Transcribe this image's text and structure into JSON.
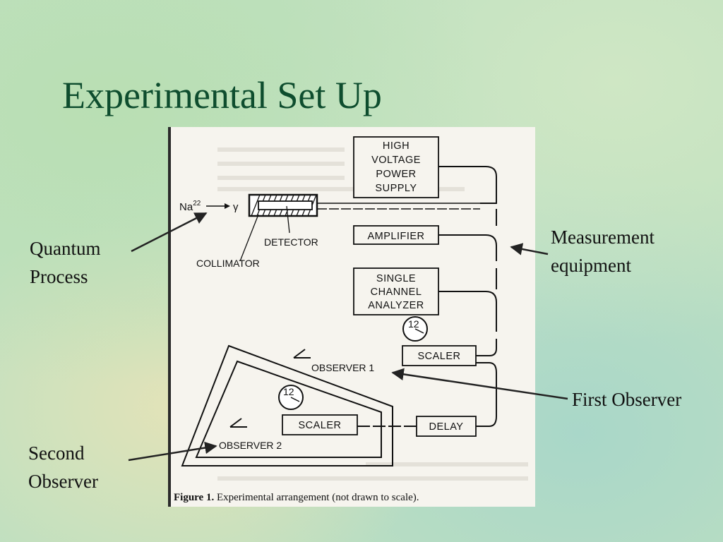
{
  "slide": {
    "title": "Experimental Set Up"
  },
  "figure": {
    "source_label": "Na",
    "source_superscript": "22",
    "gamma": "γ",
    "boxes": {
      "hv_line1": "HIGH",
      "hv_line2": "VOLTAGE",
      "hv_line3": "POWER",
      "hv_line4": "SUPPLY",
      "amplifier": "AMPLIFIER",
      "sca_line1": "SINGLE",
      "sca_line2": "CHANNEL",
      "sca_line3": "ANALYZER",
      "scaler1": "SCALER",
      "scaler2": "SCALER",
      "delay": "DELAY"
    },
    "labels": {
      "detector": "DETECTOR",
      "collimator": "COLLIMATOR",
      "observer1": "OBSERVER 1",
      "observer2": "OBSERVER 2",
      "clock1": "12",
      "clock2": "12"
    },
    "caption_bold": "Figure 1.",
    "caption_text": "Experimental arrangement (not drawn to scale)."
  },
  "annotations": {
    "quantum_line1": "Quantum",
    "quantum_line2": "Process",
    "measurement_line1": "Measurement",
    "measurement_line2": "equipment",
    "first_observer": "First Observer",
    "second_line1": "Second",
    "second_line2": "Observer"
  }
}
